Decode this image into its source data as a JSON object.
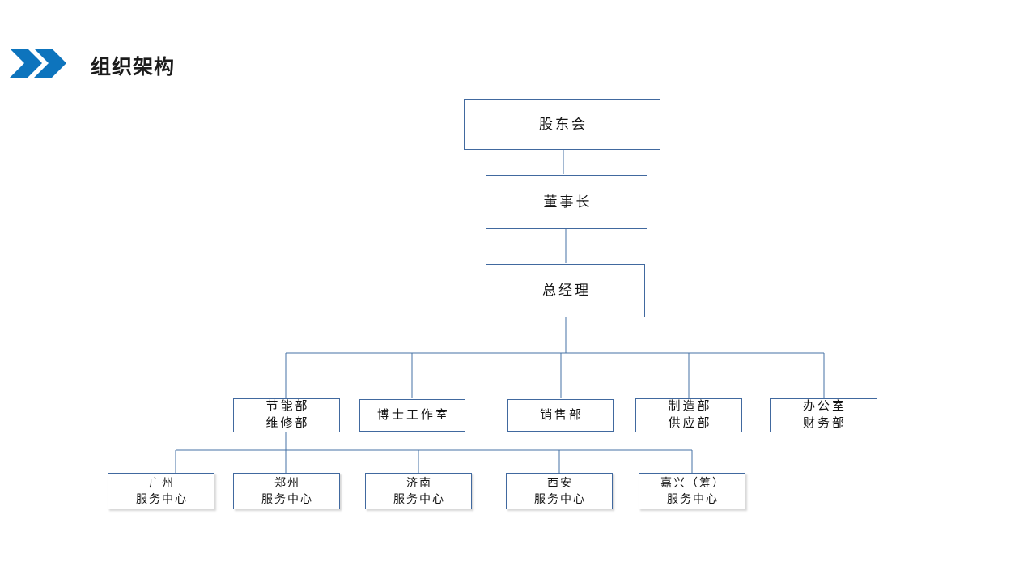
{
  "header": {
    "title": "组织架构",
    "chevron_icon": "double-chevron-right-icon",
    "accent_color": "#0d74bd"
  },
  "theme": {
    "box_border_color": "#41699f",
    "connector_color": "#4472a4",
    "text_color": "#141414",
    "background": "#ffffff"
  },
  "chart_data": {
    "type": "diagram",
    "title": "组织架构",
    "orientation": "top-down",
    "levels": [
      {
        "name": "governance",
        "nodes": [
          {
            "id": "shareholders",
            "lines": [
              "股东会"
            ]
          }
        ]
      },
      {
        "name": "chairman",
        "nodes": [
          {
            "id": "chairman",
            "lines": [
              "董事长"
            ]
          }
        ]
      },
      {
        "name": "general-manager",
        "nodes": [
          {
            "id": "general-manager",
            "lines": [
              "总经理"
            ]
          }
        ]
      },
      {
        "name": "departments",
        "nodes": [
          {
            "id": "energy-maintenance",
            "lines": [
              "节能部",
              "维修部"
            ]
          },
          {
            "id": "doctoral-studio",
            "lines": [
              "博士工作室"
            ]
          },
          {
            "id": "sales",
            "lines": [
              "销售部"
            ]
          },
          {
            "id": "manufacturing-supply",
            "lines": [
              "制造部",
              "供应部"
            ]
          },
          {
            "id": "office-finance",
            "lines": [
              "办公室",
              "财务部"
            ]
          }
        ]
      },
      {
        "name": "service-centers",
        "nodes": [
          {
            "id": "guangzhou",
            "lines": [
              "广州",
              "服务中心"
            ]
          },
          {
            "id": "zhengzhou",
            "lines": [
              "郑州",
              "服务中心"
            ]
          },
          {
            "id": "jinan",
            "lines": [
              "济南",
              "服务中心"
            ]
          },
          {
            "id": "xian",
            "lines": [
              "西安",
              "服务中心"
            ]
          },
          {
            "id": "jiaxing",
            "lines": [
              "嘉兴（筹）",
              "服务中心"
            ]
          }
        ]
      }
    ],
    "edges": [
      {
        "from": "shareholders",
        "to": "chairman"
      },
      {
        "from": "chairman",
        "to": "general-manager"
      },
      {
        "from": "general-manager",
        "to": "energy-maintenance"
      },
      {
        "from": "general-manager",
        "to": "doctoral-studio"
      },
      {
        "from": "general-manager",
        "to": "sales"
      },
      {
        "from": "general-manager",
        "to": "manufacturing-supply"
      },
      {
        "from": "general-manager",
        "to": "office-finance"
      },
      {
        "from": "energy-maintenance",
        "to": "guangzhou"
      },
      {
        "from": "energy-maintenance",
        "to": "zhengzhou"
      },
      {
        "from": "energy-maintenance",
        "to": "jinan"
      },
      {
        "from": "energy-maintenance",
        "to": "xian"
      },
      {
        "from": "energy-maintenance",
        "to": "jiaxing"
      }
    ]
  }
}
